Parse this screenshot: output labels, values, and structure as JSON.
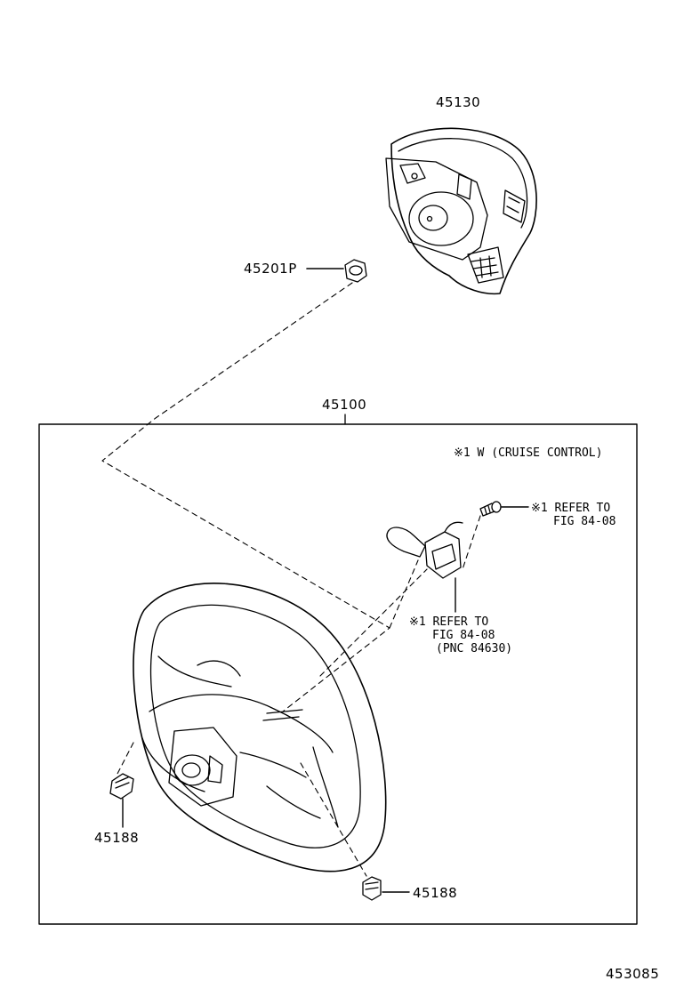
{
  "labels": {
    "pad": "45130",
    "nut": "45201P",
    "wheel": "45100",
    "bolt_left": "45188",
    "bolt_bottom": "45188",
    "figure_id": "453085"
  },
  "notes": {
    "cruise": "※1 W (CRUISE CONTROL)",
    "screw_line1": "※1 REFER TO",
    "screw_line2": "FIG 84-08",
    "switch_line1": "※1 REFER TO",
    "switch_line2": "FIG 84-08",
    "switch_line3": "(PNC 84630)"
  }
}
